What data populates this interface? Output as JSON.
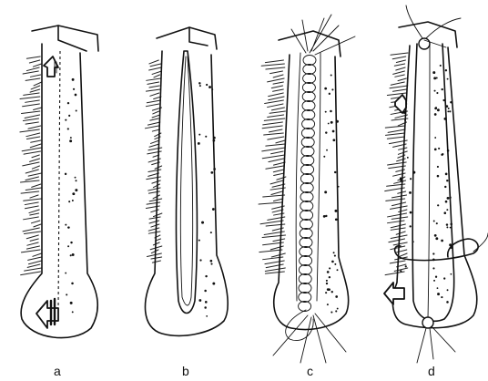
{
  "panels": [
    {
      "key": "a",
      "label": "a"
    },
    {
      "key": "b",
      "label": "b"
    },
    {
      "key": "c",
      "label": "c"
    },
    {
      "key": "d",
      "label": "d"
    }
  ]
}
